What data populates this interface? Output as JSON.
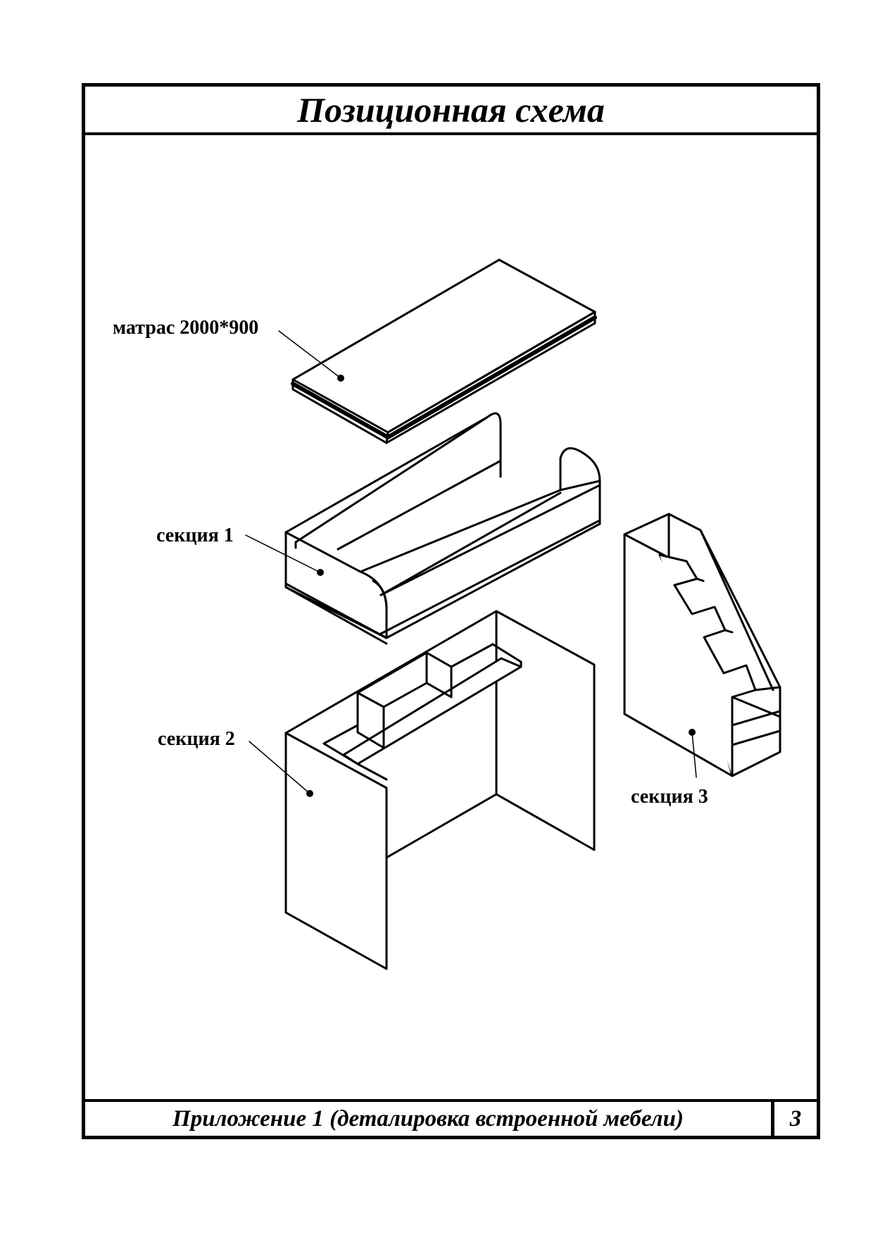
{
  "header": {
    "title": "Позиционная схема"
  },
  "labels": {
    "mattress": "матрас 2000*900",
    "section1": "секция 1",
    "section2": "секция 2",
    "section3": "секция 3"
  },
  "footer": {
    "caption": "Приложение 1 (деталировка встроенной мебели)",
    "page": "3"
  }
}
